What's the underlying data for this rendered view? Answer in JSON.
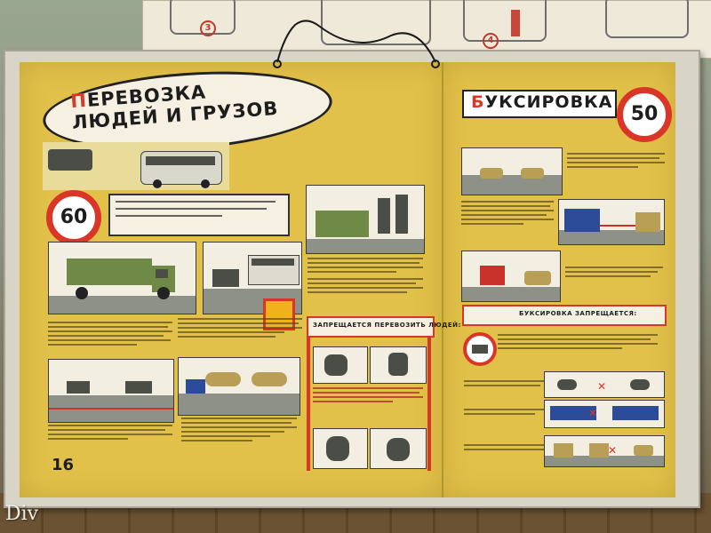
{
  "poster": {
    "left_title_line1": "ПЕРЕВОЗКА",
    "left_title_line2": "ЛЮДЕЙ И ГРУЗОВ",
    "left_title_initial": "П",
    "left_title_rest1": "ЕРЕВОЗКА",
    "right_title_initial": "Б",
    "right_title_rest": "УКСИРОВКА",
    "speed_sign_left": "60",
    "speed_sign_right": "50",
    "banner_people": "ЗАПРЕЩАЕТСЯ ПЕРЕВОЗИТЬ ЛЮДЕЙ:",
    "banner_tow": "БУКСИРОВКА ЗАПРЕЩАЕТСЯ:",
    "page_number": "16"
  },
  "background": {
    "back_numbers": [
      "3",
      "4"
    ]
  },
  "watermark": "Div",
  "colors": {
    "poster_yellow": "#e2c14a",
    "sign_red": "#d93628",
    "truck_green": "#6f8a46",
    "truck_blue": "#2c4c9a"
  }
}
